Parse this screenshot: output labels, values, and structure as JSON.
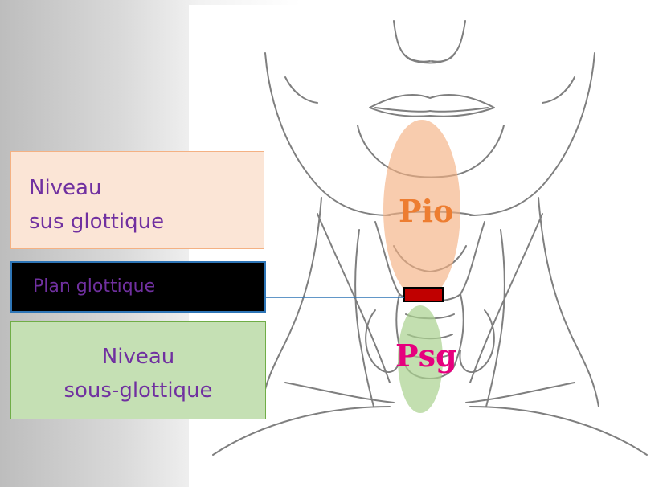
{
  "boxes": {
    "sus_line1": "Niveau",
    "sus_line2": "sus glottique",
    "plan": "Plan glottique",
    "sous_line1": "Niveau",
    "sous_line2": "sous-glottique"
  },
  "zones": {
    "pio": "Pio",
    "psg": "Psg"
  },
  "colors": {
    "text_purple": "#7030a0",
    "pio_orange": "#ed7d31",
    "psg_pink": "#e6007e",
    "glottis_red": "#c00000",
    "connector_blue": "#2e75b6"
  }
}
